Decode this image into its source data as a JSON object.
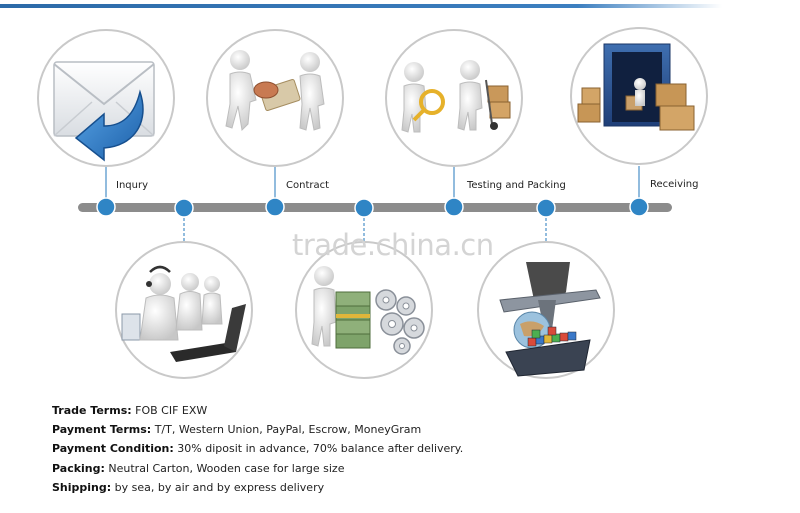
{
  "header_color": "#2c6aa8",
  "steps_top": [
    {
      "label": "Inqury",
      "icon": "envelope-reply-icon"
    },
    {
      "label": "Contract",
      "icon": "handshake-contract-icon"
    },
    {
      "label": "Testing and Packing",
      "icon": "magnifier-inspection-icon"
    },
    {
      "label": "Receiving",
      "icon": "container-delivery-icon"
    }
  ],
  "steps_bottom": [
    {
      "icon": "customer-service-headset-icon"
    },
    {
      "icon": "money-gears-production-icon"
    },
    {
      "icon": "plane-ship-shipping-icon"
    }
  ],
  "watermark": "trade.china.cn",
  "terms": [
    {
      "key": "Trade Terms:",
      "value": " FOB CIF EXW"
    },
    {
      "key": "Payment Terms:",
      "value": " T/T, Western Union, PayPal, Escrow, MoneyGram"
    },
    {
      "key": "Payment Condition:",
      "value": " 30% diposit in advance, 70% balance after delivery."
    },
    {
      "key": "Packing:",
      "value": " Neutral Carton, Wooden case for large size"
    },
    {
      "key": "Shipping:",
      "value": " by sea, by air and by express delivery"
    }
  ]
}
